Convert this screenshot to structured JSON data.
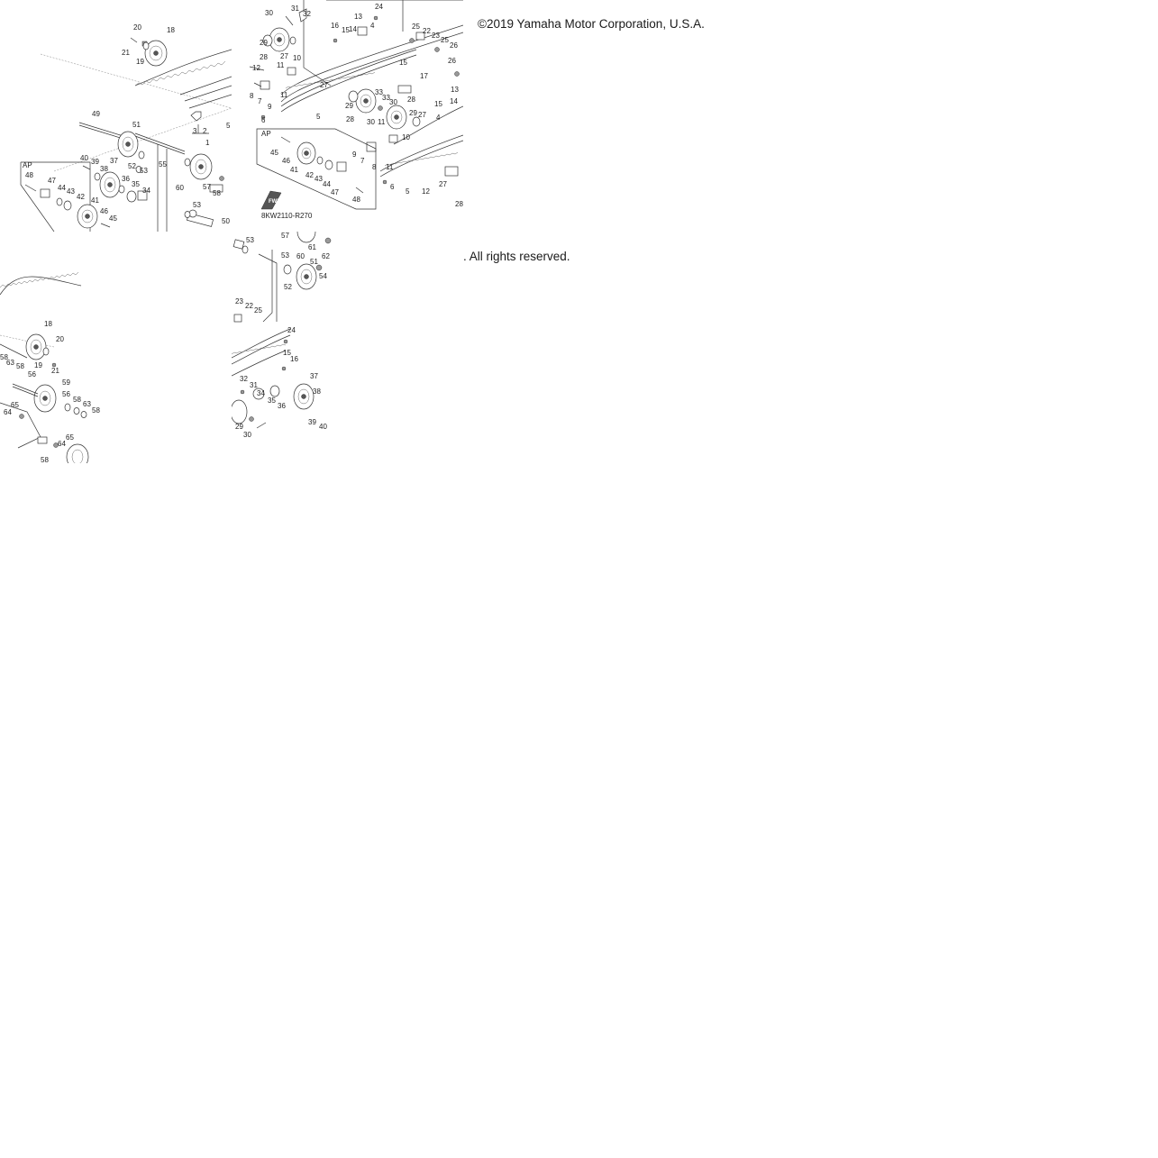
{
  "footer": {
    "copyright": "©2019 Yamaha Motor Corporation, U.S.A.",
    "rights": ". All rights reserved."
  },
  "diagram": {
    "code": "8KW2110-R270",
    "group_label": "AP",
    "fwd_label": "FWD",
    "tile_a_callouts": [
      "20",
      "18",
      "21",
      "19",
      "49",
      "51",
      "40",
      "39",
      "37",
      "52",
      "53",
      "38",
      "36",
      "55",
      "35",
      "34",
      "AP",
      "48",
      "47",
      "44",
      "43",
      "42",
      "41",
      "46",
      "45",
      "3",
      "2",
      "1",
      "60",
      "57",
      "58",
      "53",
      "50",
      "5"
    ],
    "tile_b_callouts": [
      "30",
      "31",
      "32",
      "13",
      "24",
      "16",
      "15",
      "14",
      "4",
      "25",
      "22",
      "23",
      "25",
      "26",
      "29",
      "28",
      "27",
      "10",
      "12",
      "11",
      "8",
      "7",
      "9",
      "6",
      "27",
      "5",
      "15",
      "17",
      "26",
      "13",
      "14",
      "15",
      "4",
      "29",
      "28",
      "33",
      "33",
      "30",
      "28",
      "30",
      "11",
      "29",
      "27",
      "9",
      "7",
      "8",
      "10",
      "11",
      "6",
      "5",
      "12",
      "27",
      "28",
      "45",
      "46",
      "41",
      "42",
      "43",
      "44",
      "47",
      "48"
    ],
    "tile_c_callouts": [
      "18",
      "20",
      "19",
      "21",
      "58",
      "63",
      "58",
      "56",
      "59",
      "56",
      "58",
      "63",
      "58",
      "64",
      "65",
      "65",
      "64",
      "58",
      "58"
    ],
    "tile_d_callouts": [
      "53",
      "57",
      "61",
      "60",
      "62",
      "53",
      "51",
      "54",
      "52",
      "23",
      "22",
      "25",
      "24",
      "15",
      "16",
      "37",
      "38",
      "32",
      "31",
      "34",
      "35",
      "36",
      "29",
      "30",
      "39",
      "40"
    ]
  }
}
